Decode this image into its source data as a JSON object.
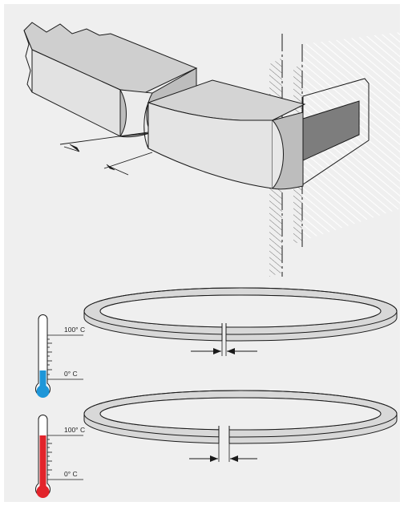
{
  "colors": {
    "panel_background": "#efefef",
    "part_light": "#e2e2e2",
    "part_mid": "#cccccc",
    "part_dark": "#7d7d7d",
    "ring_face": "#d8d8d8",
    "line": "#1a1a1a",
    "hatch": "#ffffff",
    "cold_liquid": "#1e96d8",
    "hot_liquid": "#e2242b"
  },
  "thermometers": [
    {
      "state": "cold",
      "liquid_level": 0.0,
      "scale_labels": {
        "top": "100° C",
        "bottom": "0° C"
      }
    },
    {
      "state": "hot",
      "liquid_level": 1.0,
      "scale_labels": {
        "top": "100° C",
        "bottom": "0° C"
      }
    }
  ],
  "rings": [
    {
      "state": "cold",
      "gap": "narrow"
    },
    {
      "state": "hot",
      "gap": "wide"
    }
  ]
}
